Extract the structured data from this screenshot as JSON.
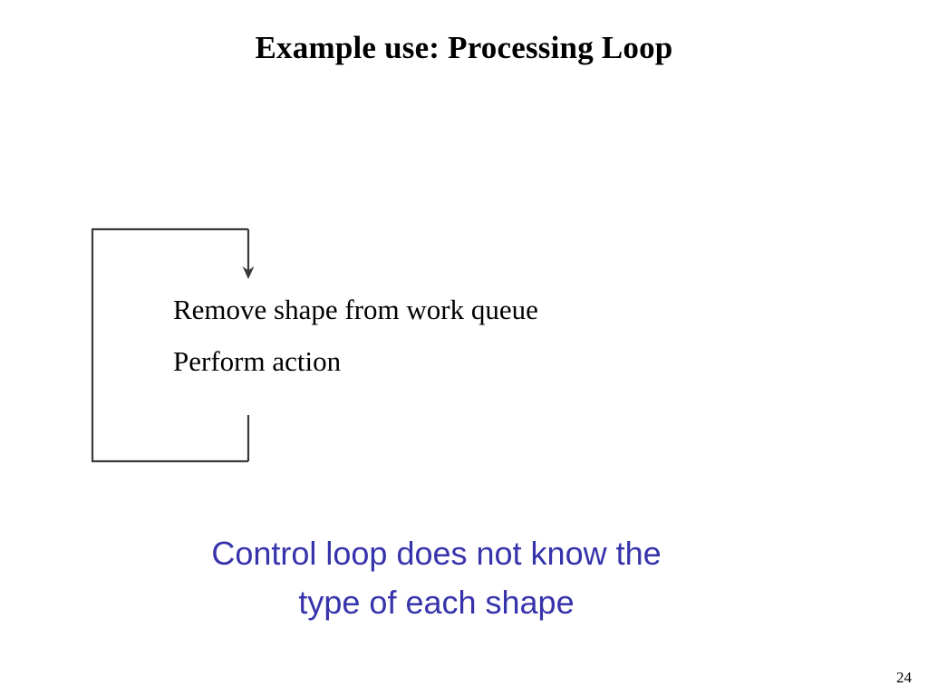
{
  "slide": {
    "title": "Example use: Processing Loop",
    "page_number": "24",
    "background_color": "#ffffff"
  },
  "diagram": {
    "name": "processing-loop-bracket",
    "stroke_color": "#3a3a3a",
    "arrow_label": "loop-back-arrow",
    "description": "Open rectangle loop path with downward arrow entering the step list and a return path below"
  },
  "steps": {
    "items": [
      {
        "label": "Remove shape from work queue"
      },
      {
        "label": "Perform action"
      }
    ]
  },
  "caption": {
    "color": "#3733ab",
    "lines": [
      "Control loop does not know the",
      "type of each shape"
    ]
  }
}
